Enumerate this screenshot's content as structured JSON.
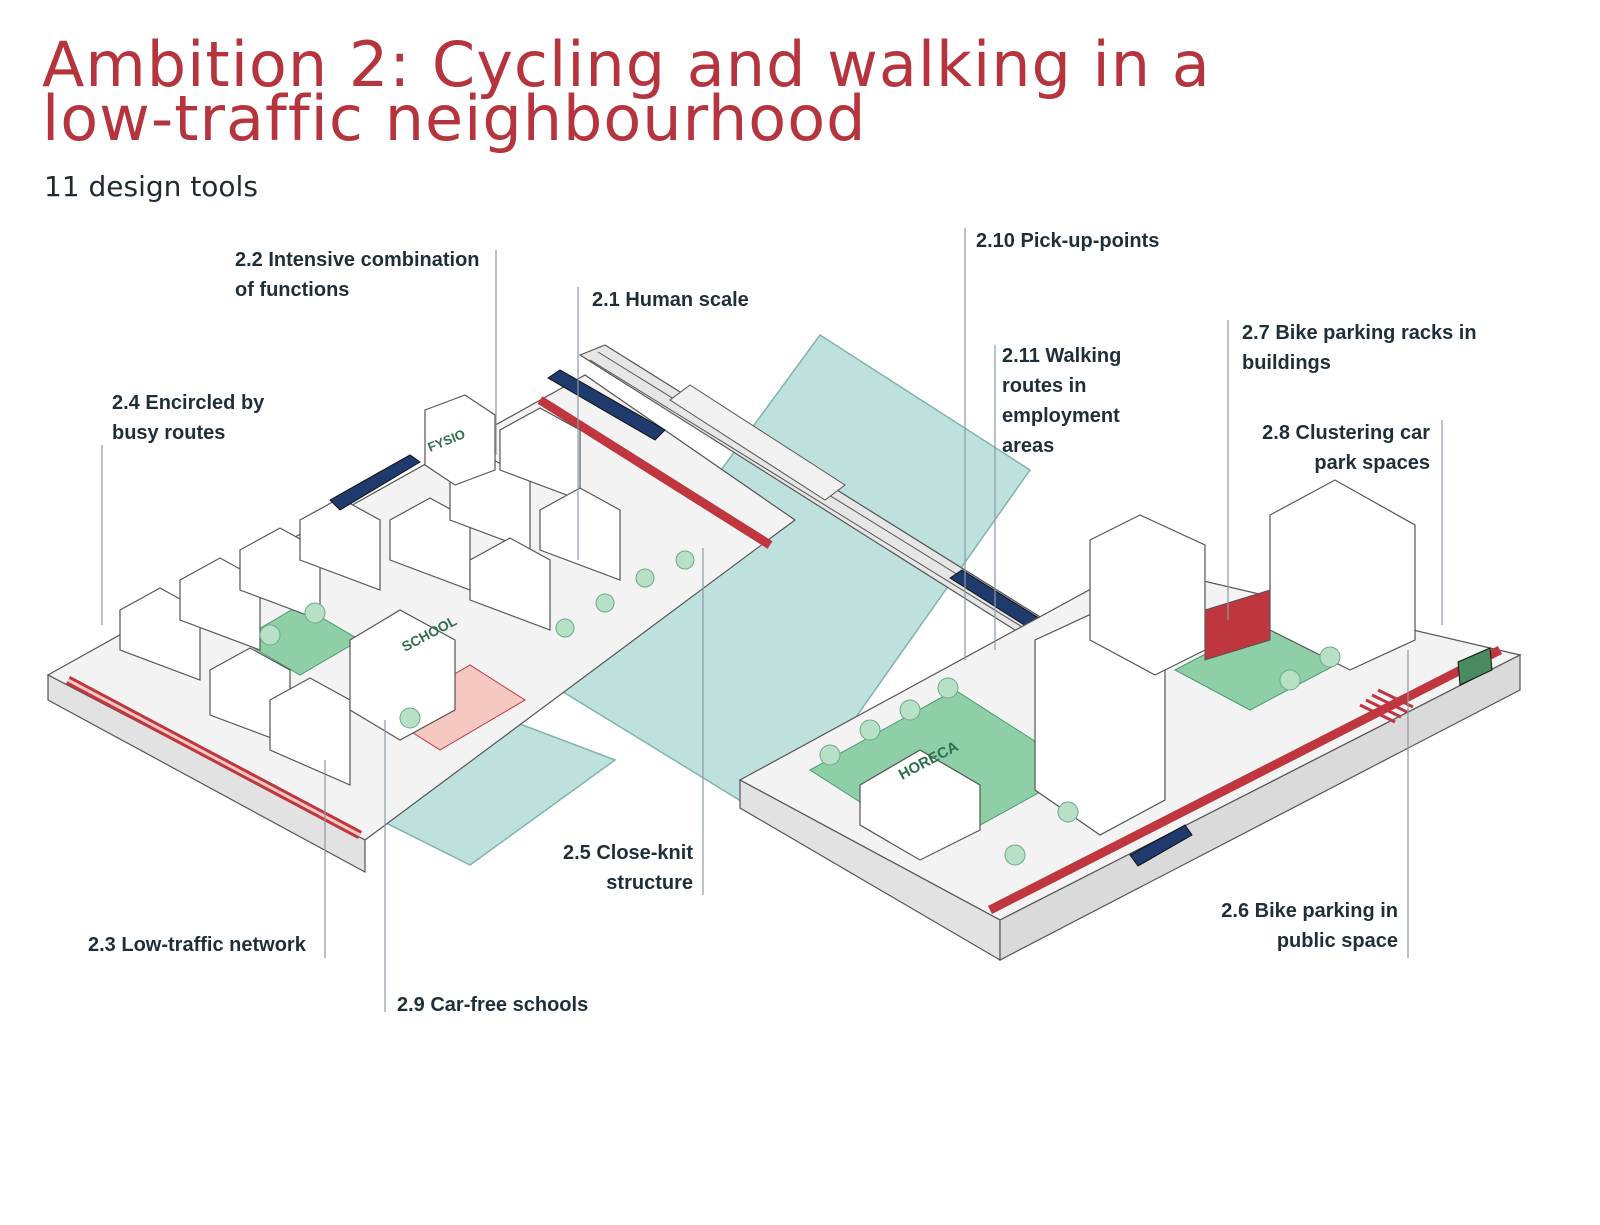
{
  "header": {
    "title_line1": "Ambition 2: Cycling and walking in a",
    "title_line2": "low-traffic neighbourhood",
    "subtitle": "11 design tools"
  },
  "tools": {
    "t2_1": "2.1 Human scale",
    "t2_2": "2.2 Intensive combination\nof functions",
    "t2_3": "2.3 Low-traffic network",
    "t2_4": "2.4 Encircled by\nbusy routes",
    "t2_5": "2.5  Close-knit\nstructure",
    "t2_6": "2.6 Bike parking in\npublic space",
    "t2_7": "2.7 Bike parking racks in\nbuildings",
    "t2_8": "2.8 Clustering car\npark spaces",
    "t2_9": "2.9  Car-free schools",
    "t2_10": "2.10 Pick-up-points",
    "t2_11": "2.11 Walking\nroutes in\nemployment\nareas"
  },
  "signs": {
    "fysio": "FYSIO",
    "school": "SCHOOL",
    "horeca": "HORECA"
  },
  "colors": {
    "title": "#b5343d",
    "road_red": "#c0363f",
    "path_pink": "#f5c9c2",
    "green": "#8fcfa8",
    "water": "#bfe1de",
    "leader": "#8a9aa3"
  }
}
